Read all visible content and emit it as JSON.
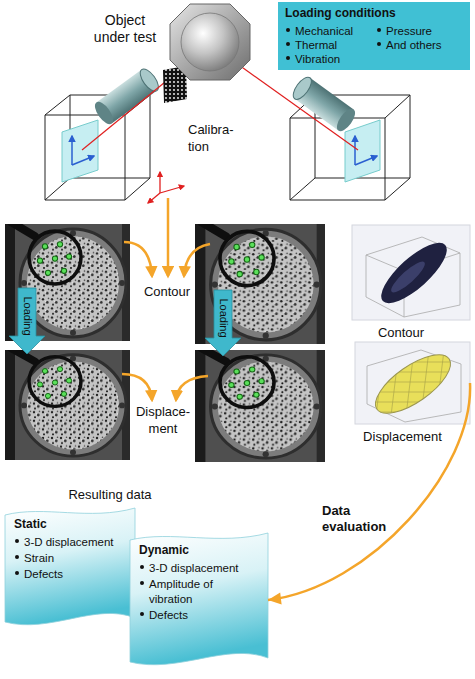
{
  "diagram": {
    "nodes": [
      {
        "text": [
          "Object under test"
        ]
      },
      {
        "text": [
          "Loading conditions",
          "Mechanical",
          "Thermal",
          "Vibration",
          "Pressure",
          "And others"
        ]
      },
      {
        "text": [
          "Contour"
        ]
      },
      {
        "text": [
          "Displacement"
        ]
      },
      {
        "text": [
          "Static",
          "3-D displacement",
          "Strain",
          "Defects"
        ]
      },
      {
        "text": [
          "Dynamic",
          "3-D displacement",
          "Amplitude of vibration",
          "Defects"
        ]
      }
    ],
    "edges": [
      {
        "from": 3,
        "to": 5,
        "arrow": "to",
        "label": "Data evaluation"
      }
    ],
    "labels": [
      "Calibra- tion",
      "Contour",
      "Displace- ment",
      "Loading",
      "Loading",
      "Resulting data"
    ]
  }
}
